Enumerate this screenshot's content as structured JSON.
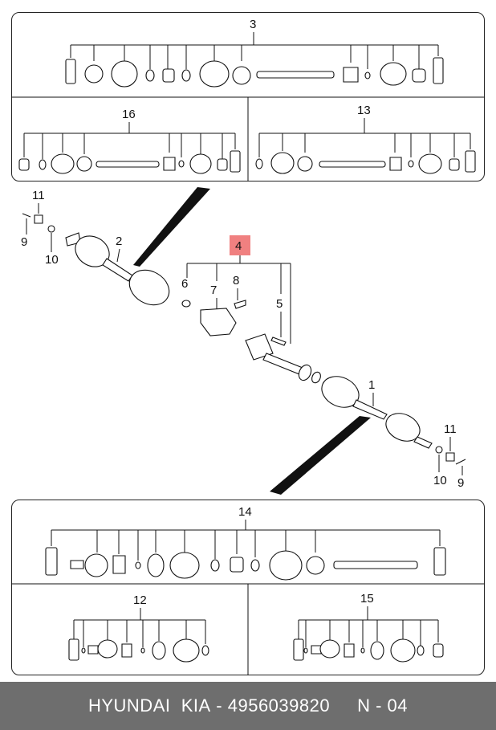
{
  "callouts": {
    "kit_top": "3",
    "kit_top_left": "16",
    "kit_top_right": "13",
    "kit_bottom": "14",
    "kit_bottom_left": "12",
    "kit_bottom_right": "15",
    "shaft_main": "1",
    "joint_outer": "2",
    "bearing_bracket_kit": "4",
    "bolt": "5",
    "snap_ring": "6",
    "bracket": "7",
    "bracket_bolt": "8",
    "cotter_pin_left": "9",
    "washer_left": "10",
    "nut_left": "11",
    "nut_right": "11",
    "washer_right": "10",
    "cotter_pin_right": "9"
  },
  "highlight_color": "#f08080",
  "footer": {
    "brand": "HYUNDAI  KIA",
    "separator": " - ",
    "part_number": "4956039820",
    "page_ref": "N - 04"
  }
}
